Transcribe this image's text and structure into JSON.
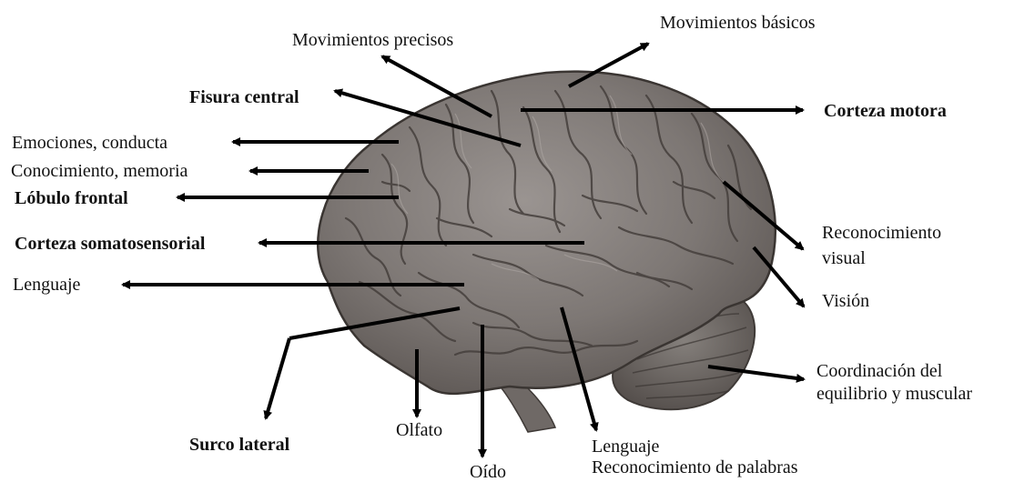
{
  "labels": {
    "movimientos_precisos": "Movimientos precisos",
    "movimientos_basicos": "Movimientos básicos",
    "fisura_central": "Fisura central",
    "corteza_motora": "Corteza motora",
    "emociones_conducta": "Emociones, conducta",
    "conocimiento_memoria": "Conocimiento, memoria",
    "lobulo_frontal": "Lóbulo frontal",
    "corteza_somatosensorial": "Corteza somatosensorial",
    "lenguaje_izq": "Lenguaje",
    "reconocimiento_visual_1": "Reconocimiento",
    "reconocimiento_visual_2": "visual",
    "vision": "Visión",
    "coordinacion_1": "Coordinación del",
    "coordinacion_2": "equilibrio y muscular",
    "surco_lateral": "Surco lateral",
    "olfato": "Olfato",
    "oido": "Oído",
    "lenguaje_inf": "Lenguaje",
    "reconocimiento_palabras": "Reconocimiento de palabras"
  },
  "colors": {
    "arrow": "#000000",
    "brain_base": "#7d7774",
    "brain_fold": "#4e4744",
    "cerebellum": "#6e6763",
    "background": "#ffffff"
  }
}
